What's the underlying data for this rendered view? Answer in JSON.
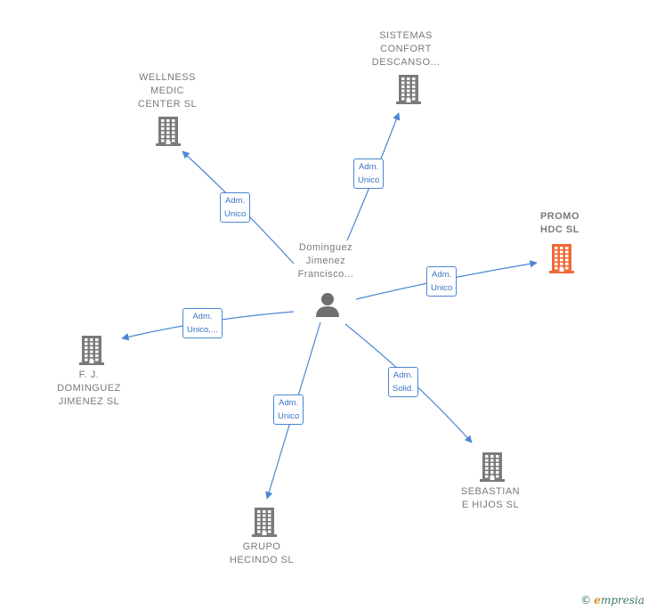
{
  "center": {
    "name": "Dominguez\nJimenez\nFrancisco..."
  },
  "companies": [
    {
      "id": "wellness",
      "name": "WELLNESS\nMEDIC\nCENTER SL",
      "role": "Adm.\nUnico",
      "highlight": false
    },
    {
      "id": "sistemas",
      "name": "SISTEMAS\nCONFORT\nDESCANSO...",
      "role": "Adm.\nUnico",
      "highlight": false
    },
    {
      "id": "promo",
      "name": "PROMO\nHDC SL",
      "role": "Adm.\nUnico",
      "highlight": true
    },
    {
      "id": "fj",
      "name": "F. J.\nDOMINGUEZ\nJIMENEZ SL",
      "role": "Adm.\nUnico,...",
      "highlight": false
    },
    {
      "id": "grupo",
      "name": "GRUPO\nHECINDO SL",
      "role": "Adm.\nUnico",
      "highlight": false
    },
    {
      "id": "sebastian",
      "name": "SEBASTIAN\nE HIJOS SL",
      "role": "Adm.\nSolid.",
      "highlight": false
    }
  ],
  "colors": {
    "edge": "#4a86d4",
    "icon": "#7a7a7a",
    "highlight_icon": "#f06a35"
  },
  "footer": {
    "copyright": "©",
    "brand_first": "e",
    "brand_rest": "mpresia"
  }
}
